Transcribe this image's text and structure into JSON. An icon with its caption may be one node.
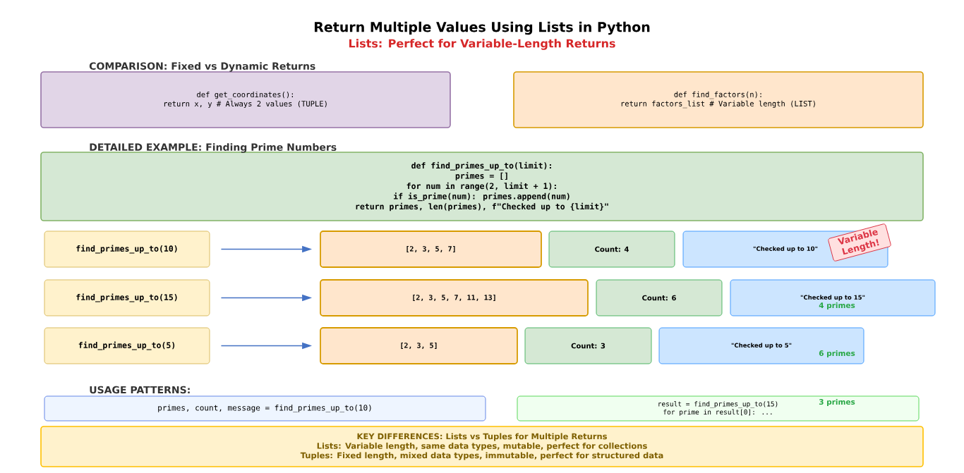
{
  "diagram": {
    "title": "Return Multiple Values Using Lists in Python",
    "nodes": [
      {
        "text": [
          "def get_coordinates():",
          "return x, y  # Always 2 values (TUPLE)"
        ]
      },
      {
        "text": [
          "def find_factors(n):",
          "return factors_list  # Variable length (LIST)"
        ]
      },
      {
        "text": [
          "def find_primes_up_to(limit):",
          "primes = []",
          "for num in range(2, limit + 1):",
          "if is_prime(num): primes.append(num)",
          "return primes, len(primes), f\"Checked up to {limit}\""
        ]
      },
      {
        "text": [
          "find_primes_up_to(10)"
        ]
      },
      {
        "text": [
          "find_primes_up_to(15)"
        ]
      },
      {
        "text": [
          "find_primes_up_to(5)"
        ]
      },
      {
        "text": [
          "[2, 3, 5, 7]"
        ]
      },
      {
        "text": [
          "Count: 4"
        ]
      },
      {
        "text": [
          "\"Checked up to 10\""
        ]
      },
      {
        "text": [
          "[2, 3, 5, 7, 11, 13]"
        ]
      },
      {
        "text": [
          "Count: 6"
        ]
      },
      {
        "text": [
          "\"Checked up to 15\""
        ]
      },
      {
        "text": [
          "[2, 3, 5]"
        ]
      },
      {
        "text": [
          "Count: 3"
        ]
      },
      {
        "text": [
          "\"Checked up to 5\""
        ]
      },
      {
        "text": [
          "primes, count, message = find_primes_up_to(10)"
        ]
      },
      {
        "text": [
          "result = find_primes_up_to(15)",
          "for prime in result[0]: ..."
        ]
      },
      {
        "text": [
          "KEY DIFFERENCES: Lists vs Tuples for Multiple Returns",
          "Lists: Variable length, same data types, mutable, perfect for collections",
          "Tuples: Fixed length, mixed data types, immutable, perfect for structured data"
        ]
      },
      {
        "text": [
          "Variable Length!"
        ]
      }
    ],
    "edges": [
      {
        "from": 3,
        "to": 6,
        "arrow": "to"
      },
      {
        "from": 4,
        "to": 9,
        "arrow": "to"
      },
      {
        "from": 5,
        "to": 12,
        "arrow": "to"
      }
    ],
    "labels": [
      "Lists: Perfect for Variable-Length Returns",
      "COMPARISON: Fixed vs Dynamic Returns",
      "DETAILED EXAMPLE: Finding Prime Numbers",
      "4 primes",
      "6 primes",
      "USAGE PATTERNS:",
      "3 primes"
    ]
  }
}
